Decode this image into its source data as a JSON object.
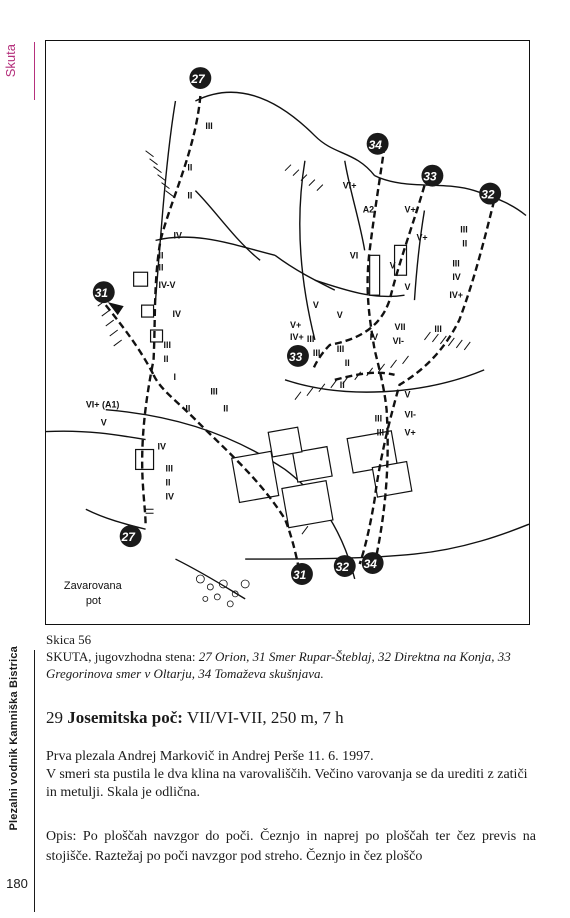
{
  "margin": {
    "section_tab": "Skuta",
    "book_title": "Plezalni vodnik Kamniška Bistrica",
    "page_number": "180"
  },
  "sketch": {
    "badges": [
      {
        "label": "27",
        "id": "27-top"
      },
      {
        "label": "34",
        "id": "34-top"
      },
      {
        "label": "33",
        "id": "33-top"
      },
      {
        "label": "32",
        "id": "32-top"
      },
      {
        "label": "31",
        "id": "31-left"
      },
      {
        "label": "33",
        "id": "33-mid"
      },
      {
        "label": "27",
        "id": "27-bottom"
      },
      {
        "label": "31",
        "id": "31-bottom"
      },
      {
        "label": "32",
        "id": "32-bottom"
      },
      {
        "label": "34",
        "id": "34-bottom"
      }
    ],
    "grades": [
      "III",
      "II",
      "II",
      "IV",
      "IV-V",
      "IV",
      "II",
      "II",
      "III",
      "II",
      "I",
      "III",
      "II",
      "VI+ (A1)",
      "V",
      "IV",
      "III",
      "II",
      "IV",
      "II",
      "VI+",
      "A2",
      "V+",
      "V+",
      "VI",
      "V",
      "V",
      "III",
      "II",
      "III",
      "IV",
      "V",
      "V+",
      "IV+",
      "IV+",
      "III",
      "II",
      "V",
      "IV",
      "VII",
      "VI-",
      "III",
      "III",
      "III",
      "V",
      "VI-",
      "V+",
      "III",
      "III",
      "II"
    ],
    "legend": [
      "Zavarovana",
      "pot"
    ]
  },
  "caption": {
    "number": "Skica 56",
    "wall": "SKUTA, jugovzhodna stena:",
    "routes": "27 Orion, 31 Smer Rupar-Šteblaj, 32 Direktna na Konja, 33 Gregorinova smer v Oltarju, 34 Tomaževa skušnjava."
  },
  "heading": {
    "number": "29",
    "name": "Josemitska poč:",
    "details": "VII/VI-VII, 250 m, 7 h"
  },
  "body": {
    "first_ascent": "Prva plezala Andrej Markovič in Andrej Perše 11. 6. 1997.",
    "notes": "V smeri sta pustila le dva klina na varovališčih. Večino varovanja se da urediti z zatiči in metulji. Skala je odlična.",
    "description": "Opis: Po ploščah navzgor do poči. Čeznjo in naprej po ploščah ter čez previs na stojišče. Raztežaj po poči navzgor pod streho. Čeznjo in čez ploščo"
  }
}
